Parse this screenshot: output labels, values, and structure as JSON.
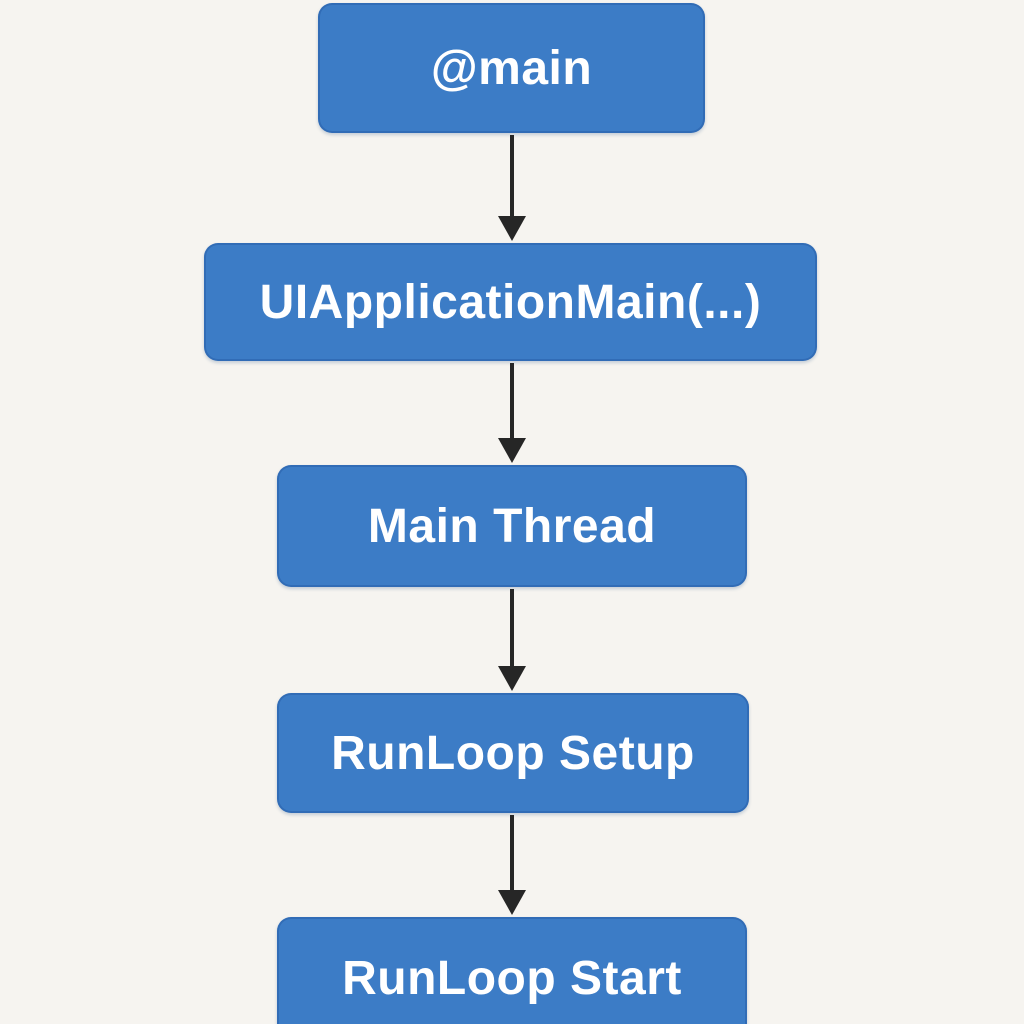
{
  "diagram": {
    "type": "flowchart",
    "direction": "top-down",
    "nodes": [
      {
        "id": "main",
        "label": "@main"
      },
      {
        "id": "uiapplicationmain",
        "label": "UIApplicationMain(...)"
      },
      {
        "id": "main-thread",
        "label": "Main Thread"
      },
      {
        "id": "runloop-setup",
        "label": "RunLoop Setup"
      },
      {
        "id": "runloop-start",
        "label": "RunLoop Start"
      }
    ],
    "edges": [
      {
        "from": "main",
        "to": "uiapplicationmain"
      },
      {
        "from": "uiapplicationmain",
        "to": "main-thread"
      },
      {
        "from": "main-thread",
        "to": "runloop-setup"
      },
      {
        "from": "runloop-setup",
        "to": "runloop-start"
      }
    ],
    "colors": {
      "background": "#f6f4f0",
      "node_fill": "#3c7cc6",
      "node_border": "#2e6cb5",
      "node_text": "#ffffff",
      "arrow": "#262626"
    }
  }
}
